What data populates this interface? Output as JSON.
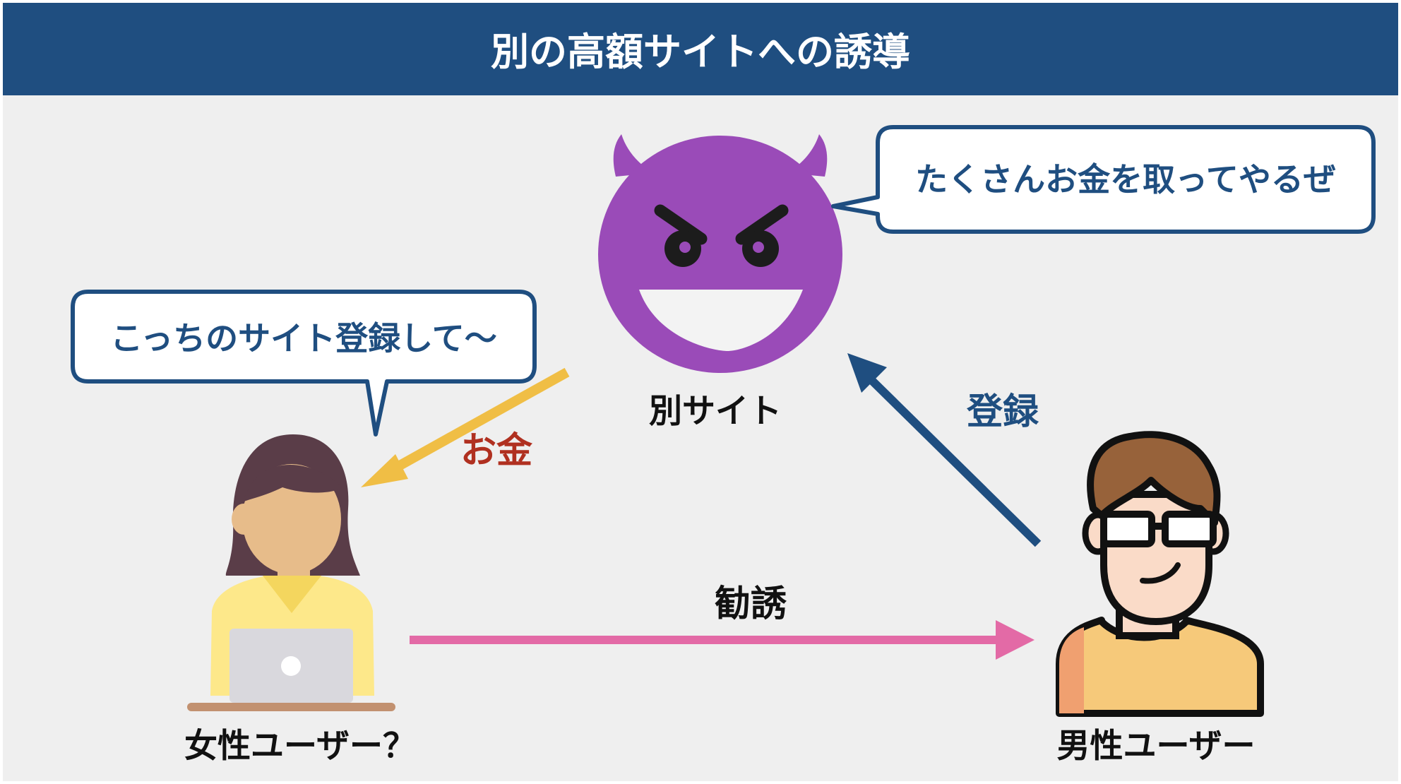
{
  "header": {
    "title": "別の高額サイトへの誘導"
  },
  "nodes": {
    "devil": {
      "label": "別サイト",
      "speech": "たくさんお金を取ってやるぜ"
    },
    "woman": {
      "label": "女性ユーザー？",
      "speech": "こっちのサイト登録して〜"
    },
    "man": {
      "label": "男性ユーザー"
    }
  },
  "edges": {
    "money": {
      "label": "お金"
    },
    "register": {
      "label": "登録"
    },
    "solicit": {
      "label": "勧誘"
    }
  },
  "colors": {
    "header_bg": "#1f4e80",
    "panel_bg": "#efefef",
    "bubble_border": "#1f4e80",
    "bubble_text": "#1f4e80",
    "money_arrow": "#f0be45",
    "money_label": "#b03020",
    "register_arrow": "#1f4e80",
    "register_label": "#1f4e80",
    "solicit_arrow": "#e36aa6",
    "devil": "#9a4bb8"
  }
}
